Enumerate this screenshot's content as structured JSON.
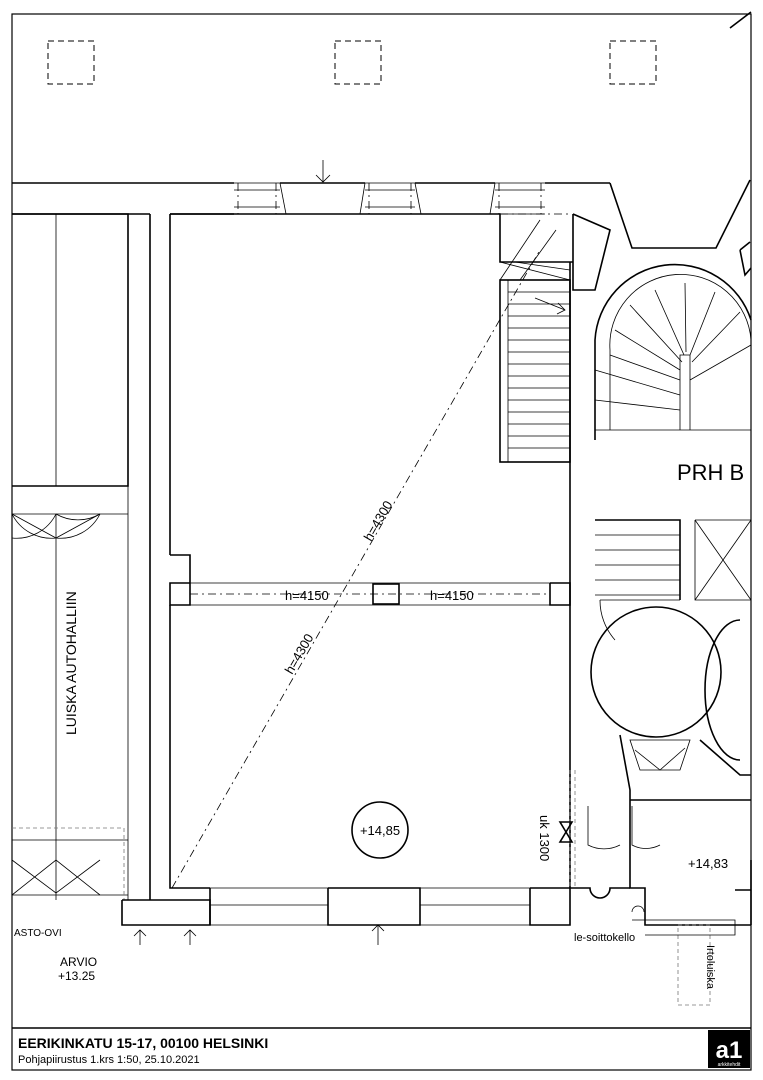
{
  "labels": {
    "stair_b": "PRH B",
    "ramp": "LUISKA  AUTOHALLIIN",
    "height_a1": "h=4300",
    "height_a2": "h=4300",
    "beam_left": "h=4150",
    "beam_right": "h=4150",
    "elev_main": "+14,85",
    "elev_stair": "+14,83",
    "door_height": "uk 1300",
    "bell": "le-soittokello",
    "ramp_loose": "Irtoluiska",
    "fire_door": "ASTO-OVI",
    "estimate": "ARVIO",
    "estimate_level": "+13.25"
  },
  "title_block": {
    "address": "EERIKINKATU 15-17, 00100 HELSINKI",
    "subtitle": "Pohjapiirustus   1.krs  1:50, 25.10.2021",
    "logo_mark": "a1",
    "logo_text": "arkkitehdit"
  }
}
